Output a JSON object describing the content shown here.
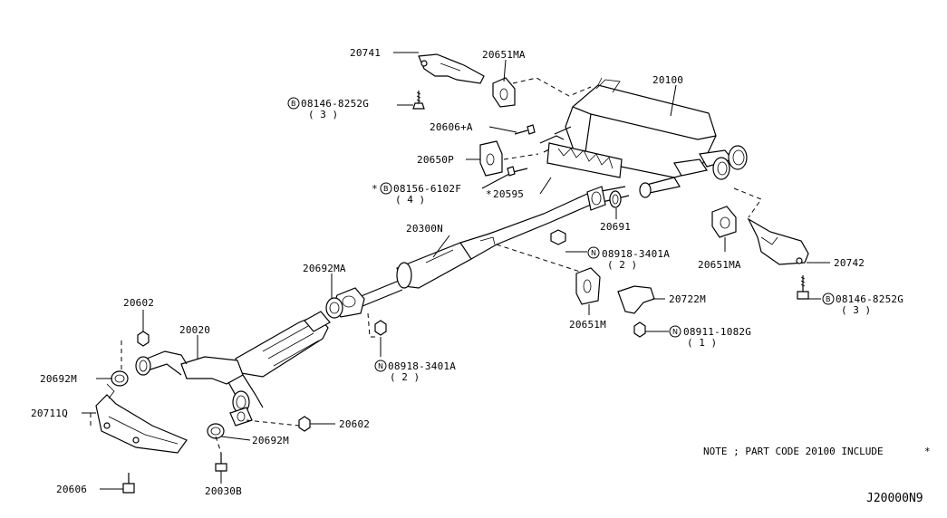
{
  "labels": {
    "p20741": "20741",
    "p20651MA_top": "20651MA",
    "p20100": "20100",
    "bolt_top_left": "08146-8252G",
    "bolt_top_left_qty": "( 3 )",
    "p20606A": "20606+A",
    "p20650P": "20650P",
    "p08156": "08156-6102F",
    "p08156_qty": "( 4 )",
    "p20595": "20595",
    "p20691": "20691",
    "p20300N": "20300N",
    "nut_08918_upper": "08918-3401A",
    "nut_08918_upper_qty": "( 2 )",
    "p20651MA_right": "20651MA",
    "p20742": "20742",
    "bolt_right": "08146-8252G",
    "bolt_right_qty": "( 3 )",
    "p20692MA": "20692MA",
    "p20722M": "20722M",
    "p20651M": "20651M",
    "nut_08911": "08911-1082G",
    "nut_08911_qty": "( 1 )",
    "p20602_left": "20602",
    "p20020": "20020",
    "nut_08918_lower": "08918-3401A",
    "nut_08918_lower_qty": "( 2 )",
    "p20692M_left": "20692M",
    "p20711Q": "20711Q",
    "p20602_right": "20602",
    "p20692M_lower": "20692M",
    "p20606": "20606",
    "p20030B": "20030B"
  },
  "markers": {
    "bolt": "B",
    "nut": "N",
    "asterisk": "*"
  },
  "note": "NOTE ; PART CODE 20100 INCLUDE",
  "diagram_code": "J20000N9"
}
